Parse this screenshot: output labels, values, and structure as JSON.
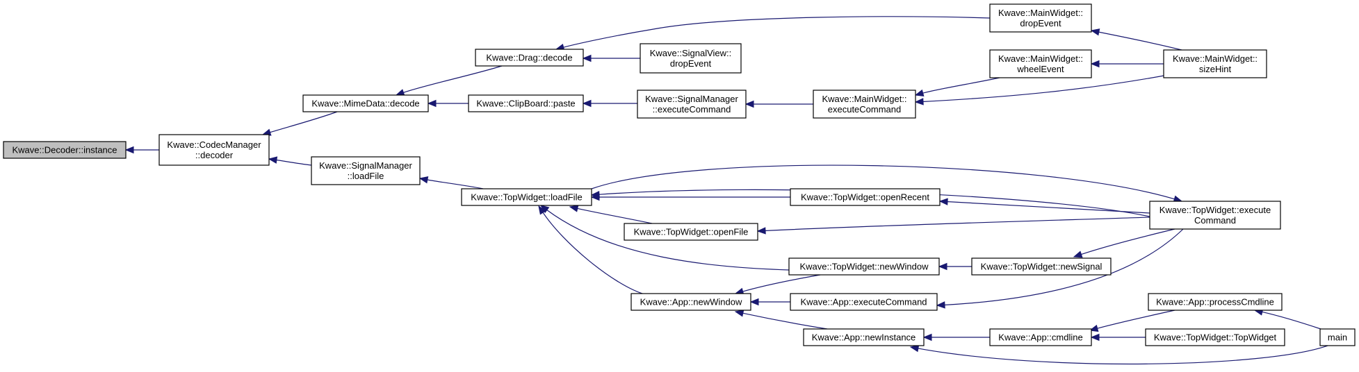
{
  "diagram": {
    "type": "call-graph",
    "colors": {
      "edge": "#191970",
      "root_fill": "#bfbfbf",
      "node_fill": "#ffffff",
      "border": "#000000"
    },
    "nodes": [
      {
        "id": "decoder_instance",
        "lines": [
          "Kwave::Decoder::instance"
        ]
      },
      {
        "id": "codec_decoder",
        "lines": [
          "Kwave::CodecManager",
          "::decoder"
        ]
      },
      {
        "id": "mime_decode",
        "lines": [
          "Kwave::MimeData::decode"
        ]
      },
      {
        "id": "sm_loadfile",
        "lines": [
          "Kwave::SignalManager",
          "::loadFile"
        ]
      },
      {
        "id": "drag_decode",
        "lines": [
          "Kwave::Drag::decode"
        ]
      },
      {
        "id": "clip_paste",
        "lines": [
          "Kwave::ClipBoard::paste"
        ]
      },
      {
        "id": "tw_loadfile",
        "lines": [
          "Kwave::TopWidget::loadFile"
        ]
      },
      {
        "id": "tw_openfile",
        "lines": [
          "Kwave::TopWidget::openFile"
        ]
      },
      {
        "id": "app_newwindow",
        "lines": [
          "Kwave::App::newWindow"
        ]
      },
      {
        "id": "sv_dropevent",
        "lines": [
          "Kwave::SignalView::",
          "dropEvent"
        ]
      },
      {
        "id": "sm_execcmd",
        "lines": [
          "Kwave::SignalManager",
          "::executeCommand"
        ]
      },
      {
        "id": "tw_openrecent",
        "lines": [
          "Kwave::TopWidget::openRecent"
        ]
      },
      {
        "id": "tw_newwindow",
        "lines": [
          "Kwave::TopWidget::newWindow"
        ]
      },
      {
        "id": "app_execcmd",
        "lines": [
          "Kwave::App::executeCommand"
        ]
      },
      {
        "id": "app_newinstance",
        "lines": [
          "Kwave::App::newInstance"
        ]
      },
      {
        "id": "mw_execcmd",
        "lines": [
          "Kwave::MainWidget::",
          "executeCommand"
        ]
      },
      {
        "id": "mw_dropevent",
        "lines": [
          "Kwave::MainWidget::",
          "dropEvent"
        ]
      },
      {
        "id": "mw_wheelevent",
        "lines": [
          "Kwave::MainWidget::",
          "wheelEvent"
        ]
      },
      {
        "id": "tw_newsignal",
        "lines": [
          "Kwave::TopWidget::newSignal"
        ]
      },
      {
        "id": "app_cmdline",
        "lines": [
          "Kwave::App::cmdline"
        ]
      },
      {
        "id": "mw_sizehint",
        "lines": [
          "Kwave::MainWidget::",
          "sizeHint"
        ]
      },
      {
        "id": "tw_execcmd",
        "lines": [
          "Kwave::TopWidget::execute",
          "Command"
        ]
      },
      {
        "id": "app_processcmdline",
        "lines": [
          "Kwave::App::processCmdline"
        ]
      },
      {
        "id": "tw_topwidget",
        "lines": [
          "Kwave::TopWidget::TopWidget"
        ]
      },
      {
        "id": "main",
        "lines": [
          "main"
        ]
      }
    ],
    "edges": [
      {
        "from": "codec_decoder",
        "to": "decoder_instance"
      },
      {
        "from": "mime_decode",
        "to": "codec_decoder"
      },
      {
        "from": "sm_loadfile",
        "to": "codec_decoder"
      },
      {
        "from": "drag_decode",
        "to": "mime_decode"
      },
      {
        "from": "clip_paste",
        "to": "mime_decode"
      },
      {
        "from": "tw_loadfile",
        "to": "sm_loadfile"
      },
      {
        "from": "mw_dropevent",
        "to": "drag_decode"
      },
      {
        "from": "sv_dropevent",
        "to": "drag_decode"
      },
      {
        "from": "sm_execcmd",
        "to": "clip_paste"
      },
      {
        "from": "mw_execcmd",
        "to": "sm_execcmd"
      },
      {
        "from": "mw_wheelevent",
        "to": "mw_execcmd"
      },
      {
        "from": "mw_sizehint",
        "to": "mw_execcmd"
      },
      {
        "from": "mw_sizehint",
        "to": "mw_dropevent"
      },
      {
        "from": "mw_sizehint",
        "to": "mw_wheelevent"
      },
      {
        "from": "tw_execcmd",
        "to": "tw_loadfile"
      },
      {
        "from": "tw_openrecent",
        "to": "tw_loadfile"
      },
      {
        "from": "tw_openfile",
        "to": "tw_loadfile"
      },
      {
        "from": "tw_newwindow",
        "to": "tw_loadfile"
      },
      {
        "from": "app_newwindow",
        "to": "tw_loadfile"
      },
      {
        "from": "tw_loadfile",
        "to": "tw_execcmd"
      },
      {
        "from": "tw_execcmd",
        "to": "tw_openrecent"
      },
      {
        "from": "tw_execcmd",
        "to": "tw_openfile"
      },
      {
        "from": "tw_newsignal",
        "to": "tw_newwindow"
      },
      {
        "from": "tw_execcmd",
        "to": "tw_newsignal"
      },
      {
        "from": "tw_newwindow",
        "to": "app_newwindow"
      },
      {
        "from": "app_execcmd",
        "to": "app_newwindow"
      },
      {
        "from": "app_newinstance",
        "to": "app_newwindow"
      },
      {
        "from": "tw_execcmd",
        "to": "app_execcmd"
      },
      {
        "from": "app_cmdline",
        "to": "app_newinstance"
      },
      {
        "from": "main",
        "to": "app_newinstance"
      },
      {
        "from": "app_processcmdline",
        "to": "app_cmdline"
      },
      {
        "from": "tw_topwidget",
        "to": "app_cmdline"
      },
      {
        "from": "main",
        "to": "app_processcmdline"
      }
    ]
  }
}
